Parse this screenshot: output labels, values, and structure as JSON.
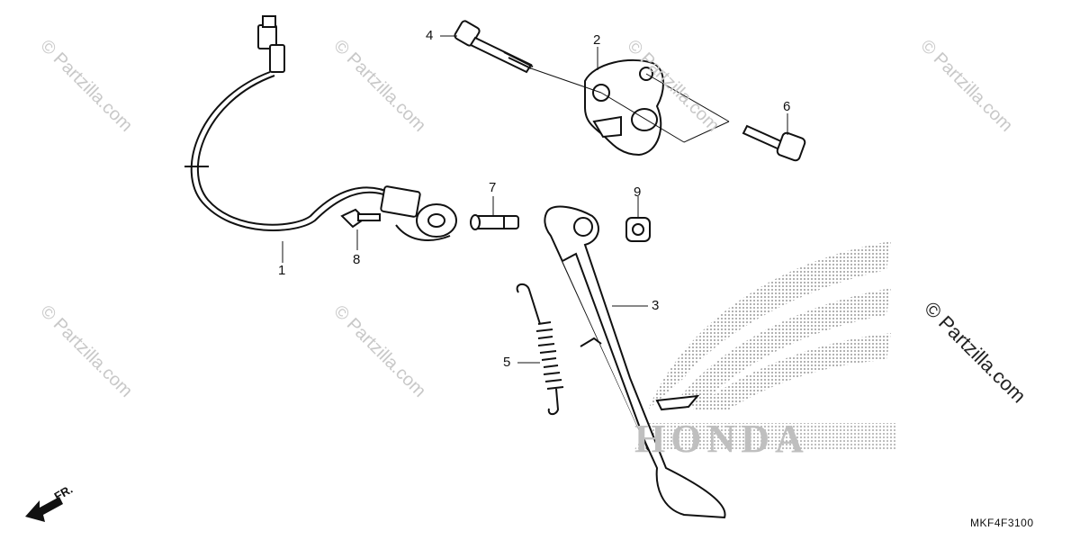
{
  "watermark": "© Partzilla.com",
  "brand_text": "HONDA",
  "diagram_code": "MKF4F3100",
  "direction_label": "FR.",
  "callouts": [
    "1",
    "2",
    "3",
    "4",
    "5",
    "6",
    "7",
    "8",
    "9"
  ],
  "colors": {
    "line": "#111111",
    "watermark": "#c8c8c8",
    "brand_dots": "#9a9a9a"
  }
}
